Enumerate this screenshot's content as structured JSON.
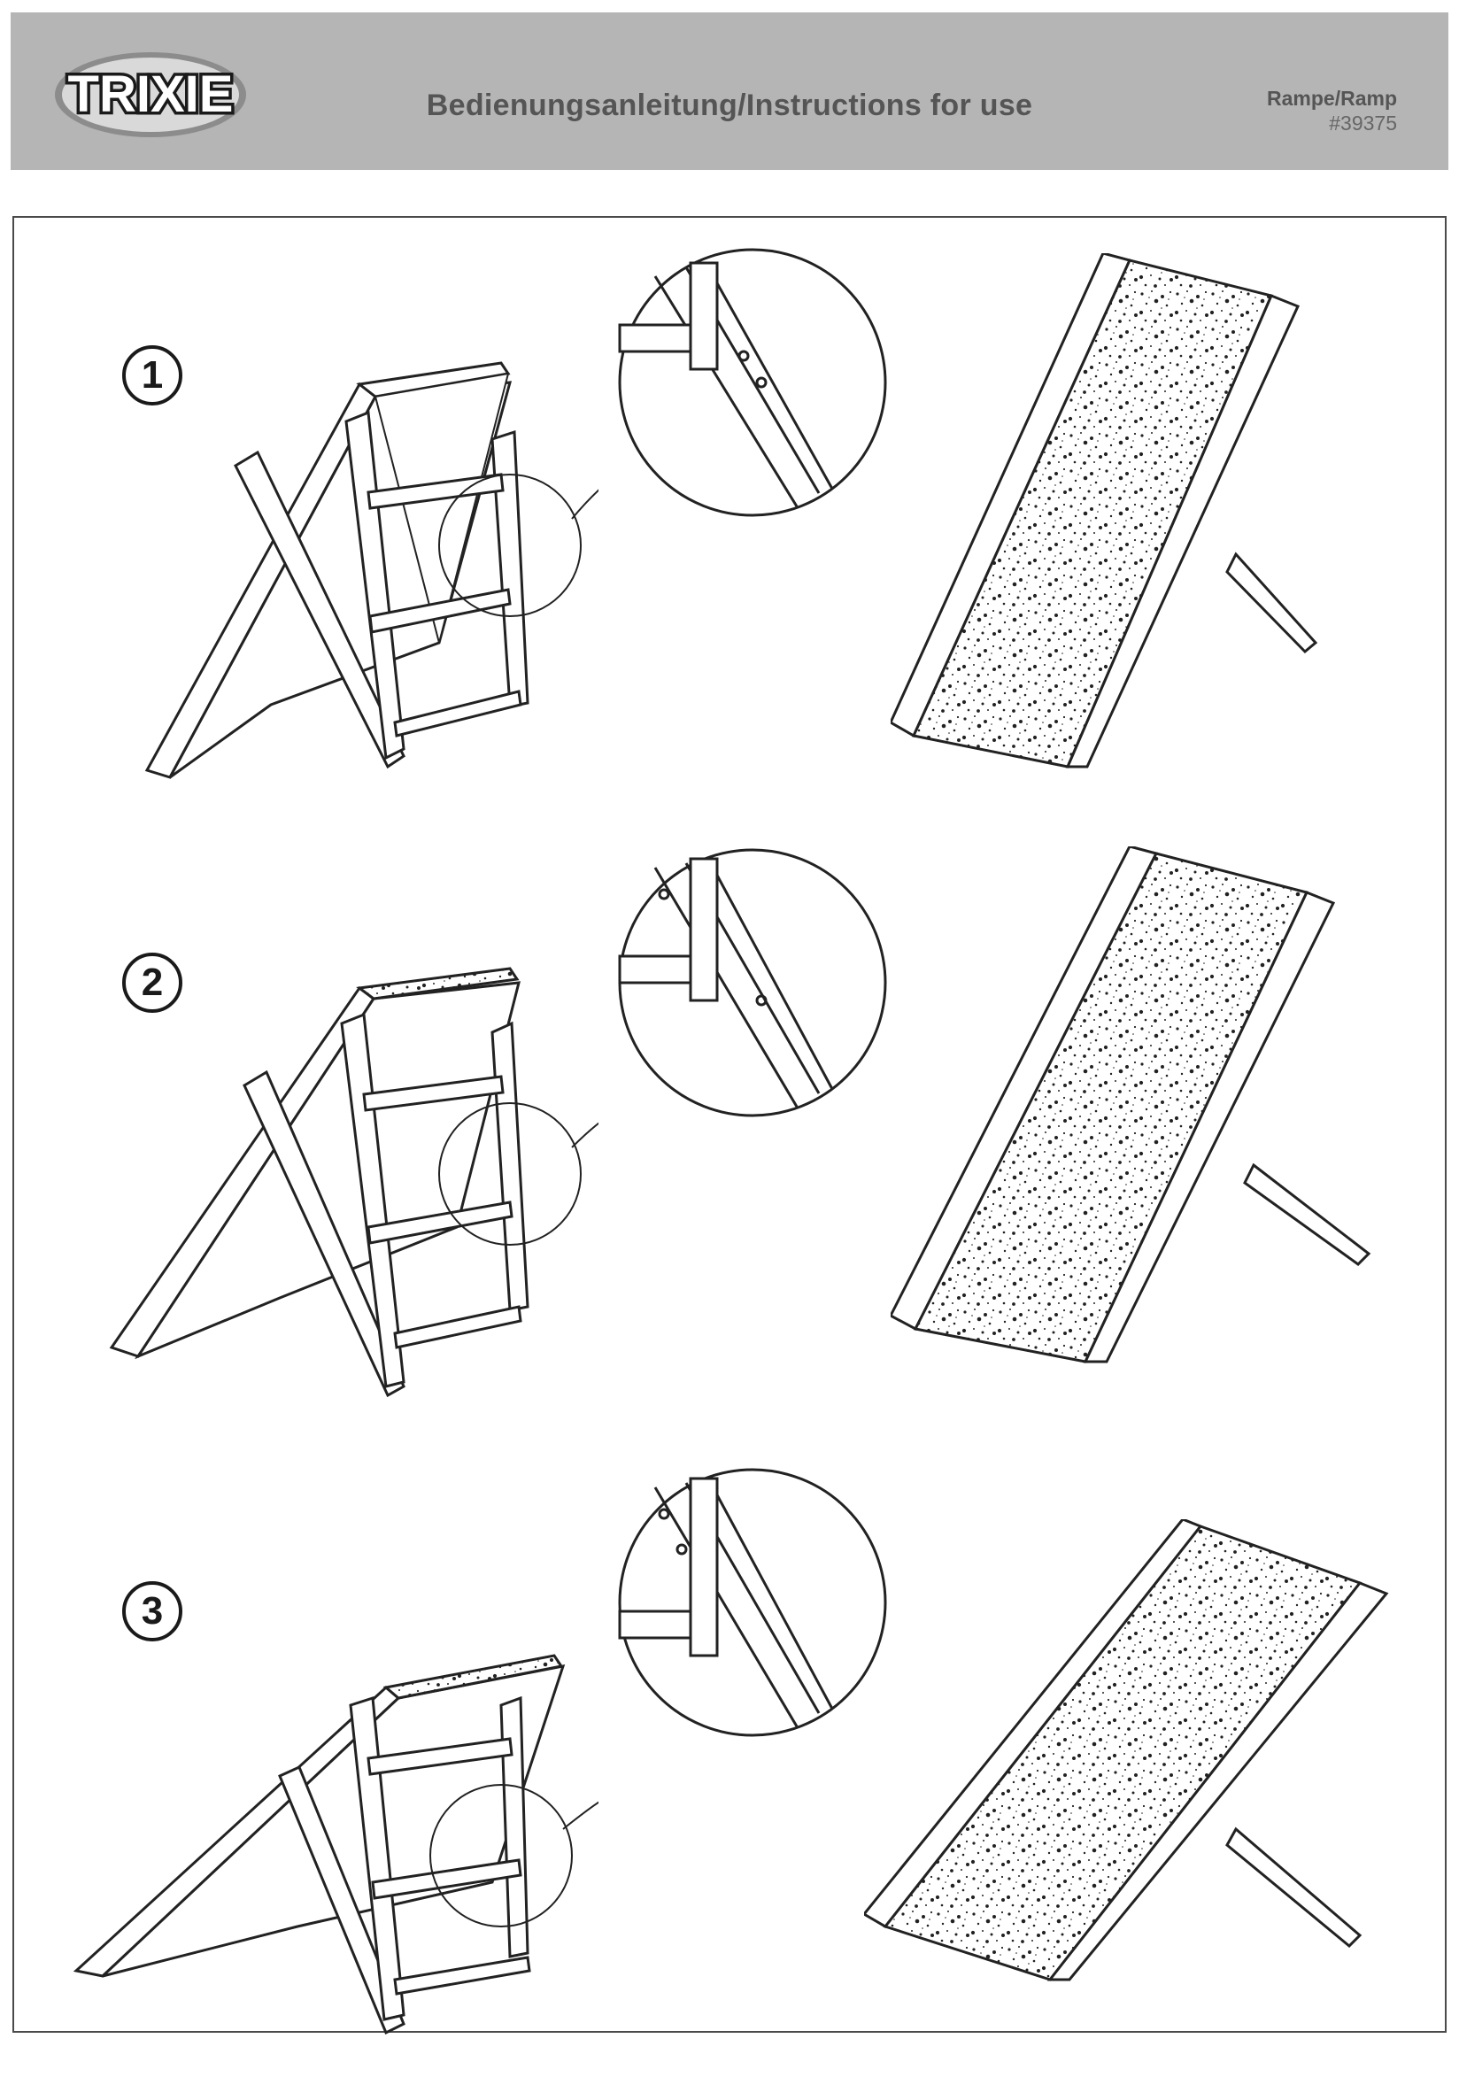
{
  "header": {
    "brand": "TRIXIE",
    "title": "Bedienungsanleitung/Instructions for use",
    "product_name": "Rampe/Ramp",
    "product_number": "#39375"
  },
  "steps": [
    {
      "number": "1"
    },
    {
      "number": "2"
    },
    {
      "number": "3"
    }
  ],
  "icons": [
    "trixie-logo",
    "ramp-back-view",
    "detail-magnifier",
    "ramp-front-view"
  ]
}
